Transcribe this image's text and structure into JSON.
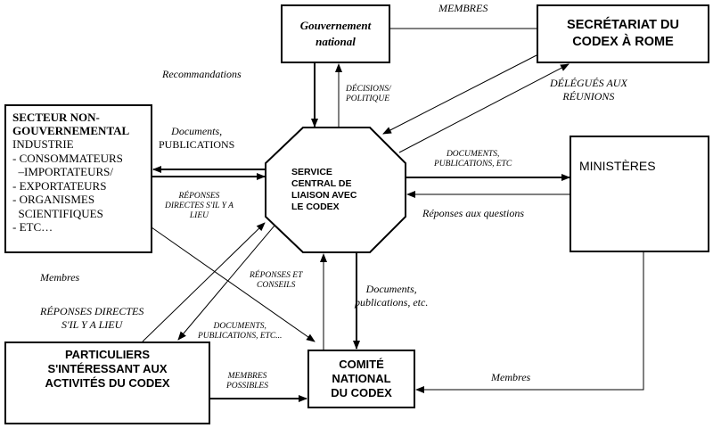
{
  "nodes": {
    "gouvernement": {
      "lines": [
        "Gouvernement",
        "national"
      ]
    },
    "secretariat": {
      "lines": [
        "SECRÉTARIAT DU",
        "CODEX À ROME"
      ]
    },
    "secteur": {
      "title_lines": [
        "SECTEUR NON-",
        "GOUVERNEMENTAL"
      ],
      "items": [
        "INDUSTRIE",
        "- CONSOMMATEURS",
        "  –IMPORTATEURS/",
        "- EXPORTATEURS",
        "- ORGANISMES",
        "  SCIENTIFIQUES",
        "- ETC…"
      ]
    },
    "service": {
      "lines": [
        "SERVICE",
        "CENTRAL DE",
        "LIAISON AVEC",
        "LE CODEX"
      ]
    },
    "ministeres": {
      "lines": [
        "MINISTÈRES"
      ]
    },
    "particuliers": {
      "lines": [
        "PARTICULIERS",
        "S'INTÉRESSANT AUX",
        "ACTIVITÉS DU CODEX"
      ]
    },
    "comite": {
      "lines": [
        "COMITÉ",
        "NATIONAL",
        "DU CODEX"
      ]
    }
  },
  "edge_labels": {
    "membres_top": "MEMBRES",
    "recommandations": "Recommandations",
    "decisions": [
      "DÉCISIONS/",
      "POLITIQUE"
    ],
    "delegues": [
      "DÉLÉGUÉS AUX",
      "RÉUNIONS"
    ],
    "documents_publications_left": [
      "Documents,",
      "PUBLICATIONS"
    ],
    "reponses_directes_left": [
      "RÉPONSES",
      "DIRECTES S'IL Y A",
      "LIEU"
    ],
    "documents_right": [
      "DOCUMENTS,",
      "PUBLICATIONS, ETC"
    ],
    "reponses_questions": "Réponses aux questions",
    "membres_left": "Membres",
    "reponses_directes_bottom": [
      "RÉPONSES DIRECTES",
      "S'IL Y A  LIEU"
    ],
    "reponses_conseils": [
      "RÉPONSES ET",
      "CONSEILS"
    ],
    "documents_bottom": [
      "DOCUMENTS,",
      "PUBLICATIONS, ETC..."
    ],
    "documents_comite": [
      "Documents,",
      "publications, etc."
    ],
    "membres_possibles": [
      "MEMBRES",
      "POSSIBLES"
    ],
    "membres_right": "Membres"
  }
}
